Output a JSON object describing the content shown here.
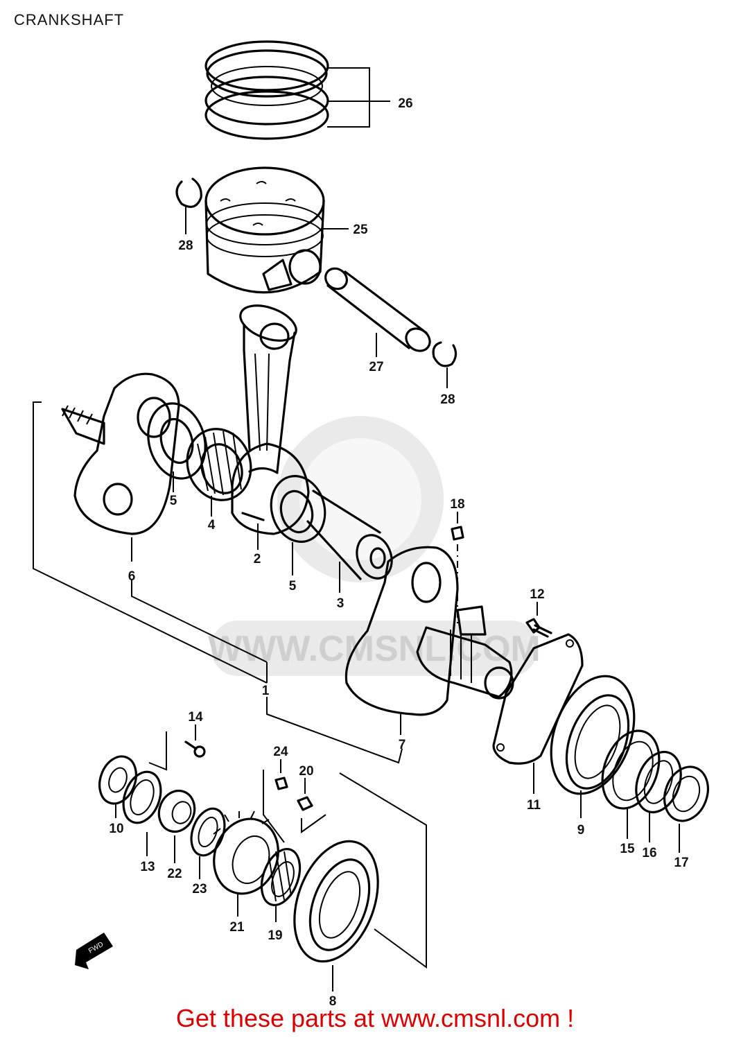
{
  "page": {
    "title": "CRANKSHAFT",
    "footer_link": "Get these parts at www.cmsnl.com !",
    "watermark_text": "WWW.CMSNL.COM"
  },
  "colors": {
    "link": "#d80000",
    "line": "#000000",
    "watermark": "#d9d9d9"
  },
  "callouts": {
    "p1": "1",
    "p2": "2",
    "p3": "3",
    "p4": "4",
    "p5a": "5",
    "p5b": "5",
    "p6": "6",
    "p7": "7",
    "p8": "8",
    "p9": "9",
    "p10": "10",
    "p11": "11",
    "p12": "12",
    "p13": "13",
    "p14": "14",
    "p15": "15",
    "p16": "16",
    "p17": "17",
    "p18": "18",
    "p19": "19",
    "p20": "20",
    "p21": "21",
    "p22": "22",
    "p23": "23",
    "p24": "24",
    "p25": "25",
    "p26": "26",
    "p27": "27",
    "p28a": "28",
    "p28b": "28"
  },
  "icons": {
    "front_arrow": "front-direction-arrow-icon"
  }
}
